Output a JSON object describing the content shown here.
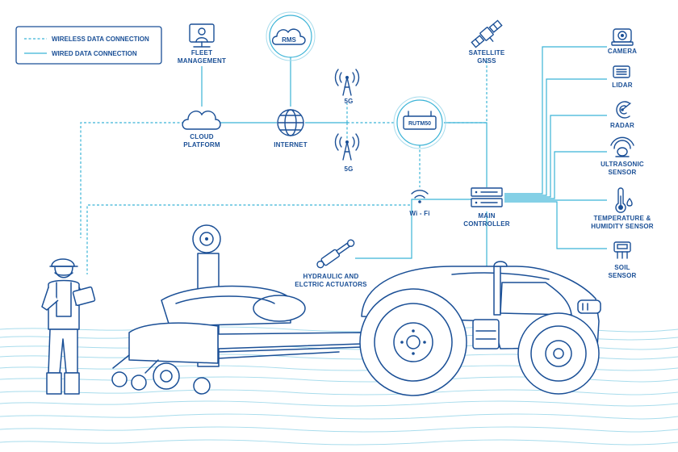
{
  "legend": {
    "wireless": "WIRELESS DATA CONNECTION",
    "wired": "WIRED DATA CONNECTION"
  },
  "nodes": {
    "fleet": [
      "FLEET",
      "MANAGEMENT"
    ],
    "rms": "RMS",
    "cloud": [
      "CLOUD",
      "PLATFORM"
    ],
    "internet": "INTERNET",
    "g5_top": "5G",
    "g5_bottom": "5G",
    "router": "RUTM50",
    "satellite": [
      "SATELLITE",
      "GNSS"
    ],
    "wifi": "Wi - Fi",
    "controller": [
      "MAIN",
      "CONTROLLER"
    ],
    "actuators": [
      "HYDRAULIC AND",
      "ELCTRIC ACTUATORS"
    ],
    "camera": "CAMERA",
    "lidar": "LIDAR",
    "radar": "RADAR",
    "ultrasonic": [
      "ULTRASONIC",
      "SENSOR"
    ],
    "temperature": [
      "TEMPERATURE &",
      "HUMIDITY SENSOR"
    ],
    "soil": [
      "SOIL",
      "SENSOR"
    ]
  },
  "colors": {
    "primary": "#1a4f96",
    "connection": "#3bb3d6",
    "ground": "#a8dcec"
  }
}
